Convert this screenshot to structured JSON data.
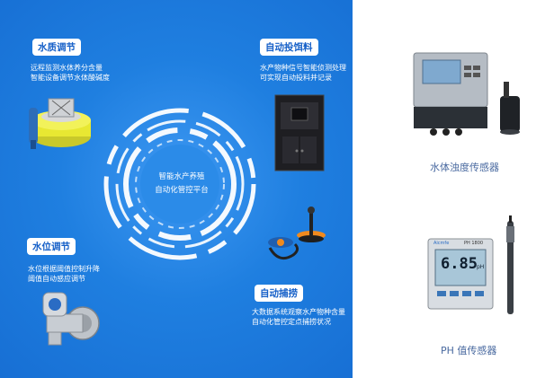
{
  "hub": {
    "line1": "智能水产养殖",
    "line2": "自动化管控平台"
  },
  "features": {
    "water_quality": {
      "title": "水质调节",
      "line1": "远程监测水体养分含量",
      "line2": "智能设备调节水体酸碱度"
    },
    "auto_feeding": {
      "title": "自动投饵料",
      "line1": "水产物种信号智能侦测处理",
      "line2": "可实现自动投料并记录"
    },
    "water_level": {
      "title": "水位调节",
      "line1": "水位根据阈值控制升降",
      "line2": "阈值自动感应调节"
    },
    "auto_fishing": {
      "title": "自动捕捞",
      "line1": "大数据系统观察水产物种含量",
      "line2": "自动化管控定点捕捞状况"
    }
  },
  "sensors": {
    "turbidity_caption": "水体浊度传感器",
    "ph_caption": "PH 值传感器",
    "ph_display_value": "6.85",
    "ph_display_unit": "pH",
    "ph_brand": "Aicmfe",
    "ph_model": "PH 1800"
  },
  "colors": {
    "panel_blue": "#1f7fe0",
    "tag_text": "#1660c8",
    "feeder_yellow": "#e8e832",
    "caption_text": "#4a6aa0"
  }
}
